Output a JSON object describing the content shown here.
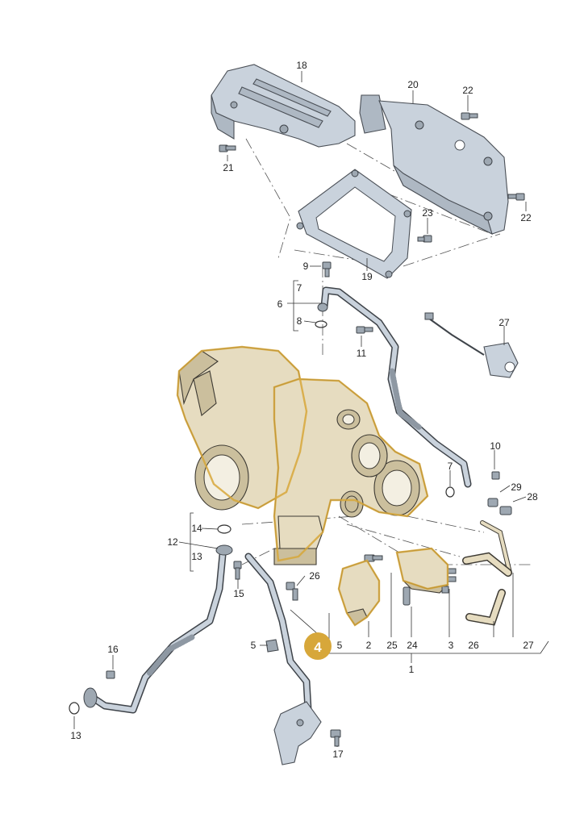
{
  "diagram": {
    "labels": {
      "l18": "18",
      "l20": "20",
      "l22a": "22",
      "l21": "21",
      "l22b": "22",
      "l23": "23",
      "l9": "9",
      "l19": "19",
      "l7a": "7",
      "l6": "6",
      "l8": "8",
      "l11": "11",
      "l27a": "27",
      "l10": "10",
      "l7b": "7",
      "l29": "29",
      "l28": "28",
      "l14": "14",
      "l12": "12",
      "l13a": "13",
      "l15": "15",
      "l26a": "26",
      "l16": "16",
      "l5a": "5",
      "l4": "4",
      "l5b": "5",
      "l2": "2",
      "l25": "25",
      "l24": "24",
      "l3": "3",
      "l26b": "26",
      "l27b": "27",
      "l1": "1",
      "l13b": "13",
      "l17": "17"
    },
    "highlight": {
      "part": "4",
      "color": "#d7a73a"
    }
  }
}
